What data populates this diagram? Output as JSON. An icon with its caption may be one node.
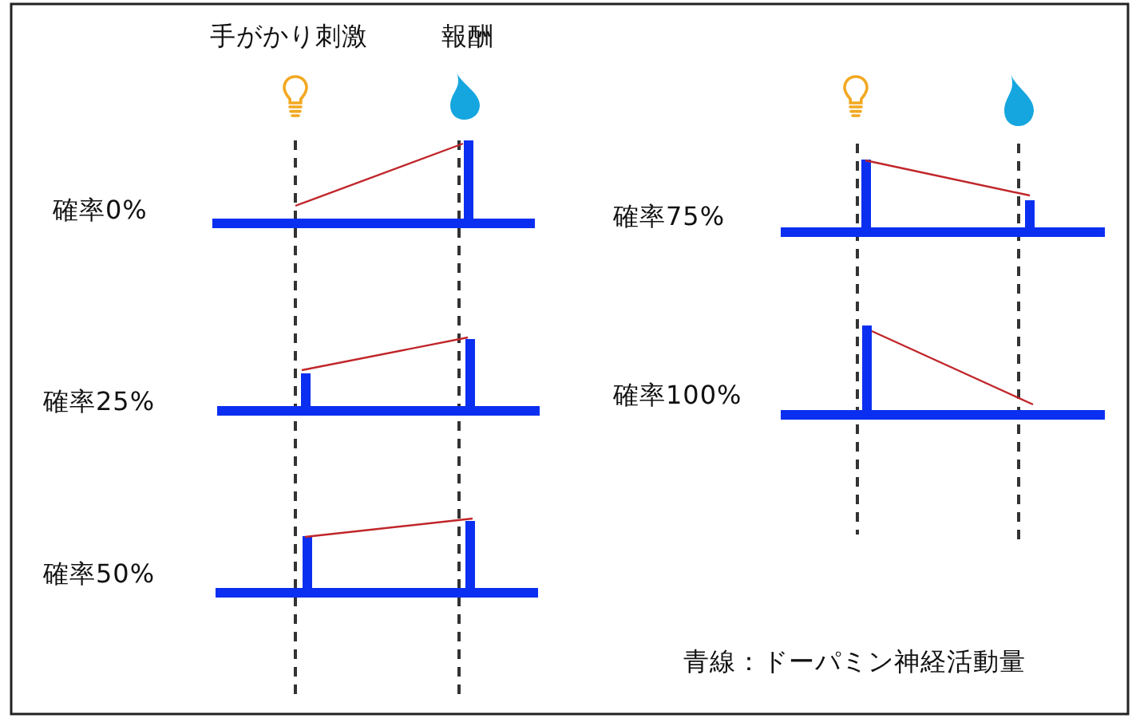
{
  "diagram": {
    "labels": [
      "手がかり刺激",
      "報酬",
      "確率0%",
      "確率75%",
      "確率25%",
      "確率100%",
      "確率50%",
      "青線：ドーパミン神経活動量"
    ]
  }
}
